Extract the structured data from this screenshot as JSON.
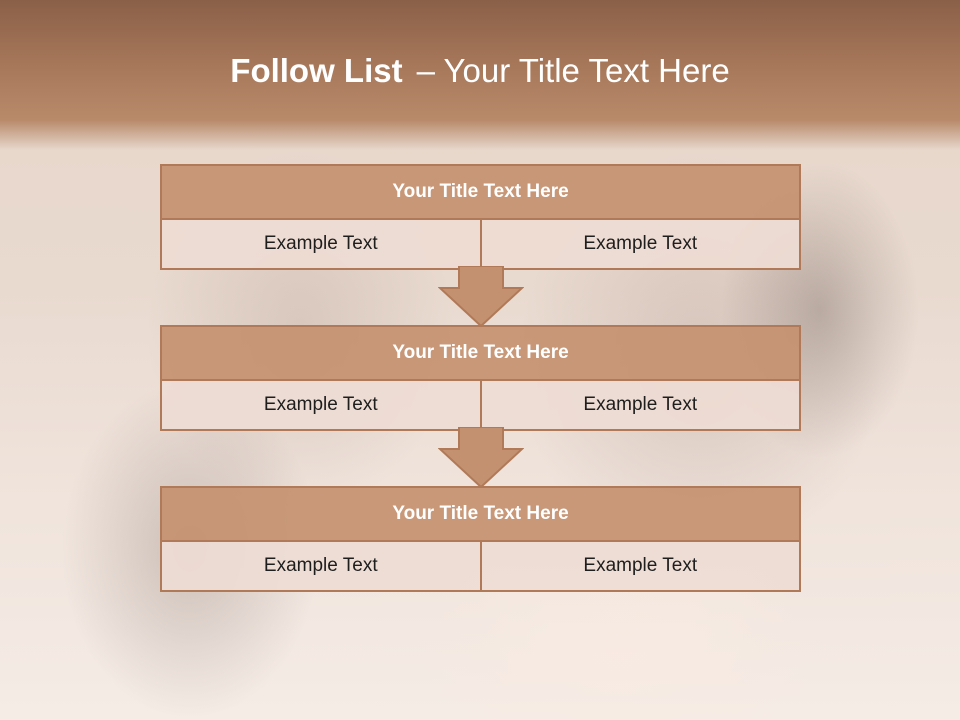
{
  "slide": {
    "title_bold": "Follow List",
    "title_rest": "– Your Title Text Here",
    "blocks": [
      {
        "heading": "Your Title Text Here",
        "cells": [
          "Example Text",
          "Example Text"
        ]
      },
      {
        "heading": "Your Title Text Here",
        "cells": [
          "Example Text",
          "Example Text"
        ]
      },
      {
        "heading": "Your Title Text Here",
        "cells": [
          "Example Text",
          "Example Text"
        ]
      }
    ]
  },
  "colors": {
    "header": "#a8785a",
    "box_title": "#c49170",
    "box_cell": "#eedcd4",
    "border": "#b07a58",
    "arrow": "#c49170"
  },
  "icons": {
    "connector": "down-arrow-icon"
  }
}
